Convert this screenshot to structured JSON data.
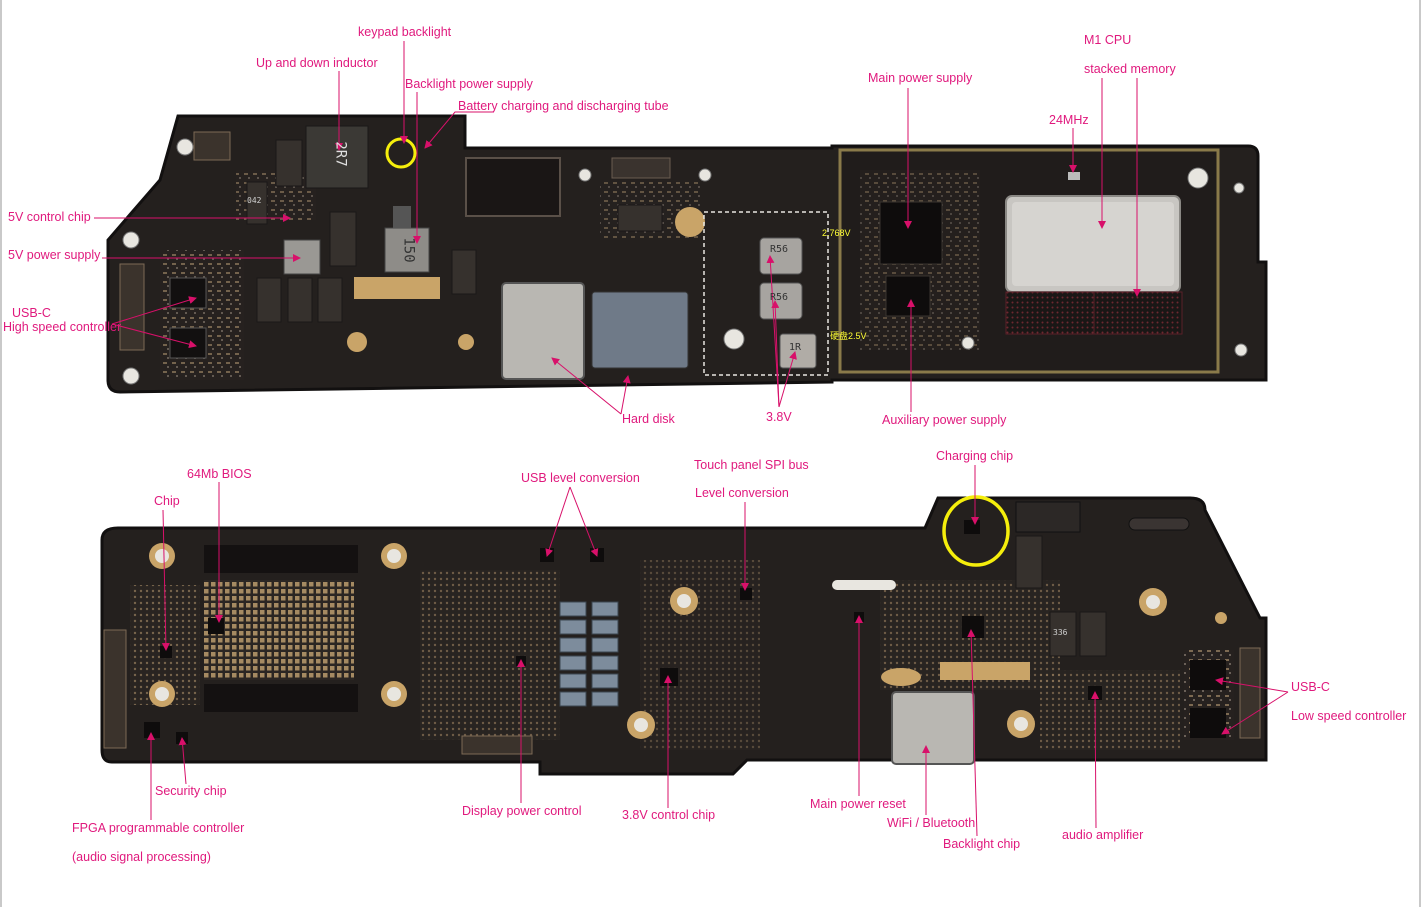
{
  "colors": {
    "label": "#e0197d",
    "leader_line": "#d8106a",
    "board": "#25211f",
    "board_edge": "#121010",
    "highlight_circle": "#f5ee0c",
    "gold_pad": "#c9a468",
    "shield": "#b9b7b2",
    "voltage_tag": "#ffff33"
  },
  "board_top": {
    "labels": {
      "keypad_backlight": "keypad backlight",
      "up_down_inductor": "Up and down inductor",
      "backlight_power_supply": "Backlight power supply",
      "battery_tube": "Battery charging and discharging tube",
      "main_power_supply": "Main power supply",
      "m1_cpu": "M1 CPU",
      "stacked_memory": "stacked memory",
      "clock_24mhz": "24MHz",
      "control_5v": "5V control chip",
      "power_5v": "5V power supply",
      "usb_c": "USB-C",
      "high_speed_controller": "High speed controller",
      "hard_disk": "Hard disk",
      "v38": "3.8V",
      "auxiliary_power_supply": "Auxiliary power supply"
    },
    "voltage_tags": {
      "v2768": "2.768V",
      "v25": "硬盘2.5V"
    },
    "chip_markings": {
      "inductor_big": "2R7",
      "inductor_150": "150",
      "inductor_1r": "1R",
      "rs56_a": "R56",
      "rs56_b": "R56",
      "cap_code": "042"
    }
  },
  "board_bottom": {
    "labels": {
      "bios_64mb": "64Mb BIOS",
      "chip": "Chip",
      "usb_level_conversion": "USB level conversion",
      "touch_panel_spi": "Touch panel SPI bus",
      "level_conversion": "Level conversion",
      "charging_chip": "Charging chip",
      "usb_c": "USB-C",
      "low_speed_controller": "Low speed controller",
      "security_chip": "Security chip",
      "fpga_controller": "FPGA programmable controller",
      "audio_signal_processing": "(audio signal processing)",
      "display_power_control": "Display power control",
      "control_chip_38v": "3.8V control chip",
      "main_power_reset": "Main power reset",
      "wifi_bluetooth": "WiFi / Bluetooth",
      "backlight_chip": "Backlight chip",
      "audio_amplifier": "audio amplifier"
    },
    "chip_markings": {
      "cap_code_336": "336"
    }
  }
}
